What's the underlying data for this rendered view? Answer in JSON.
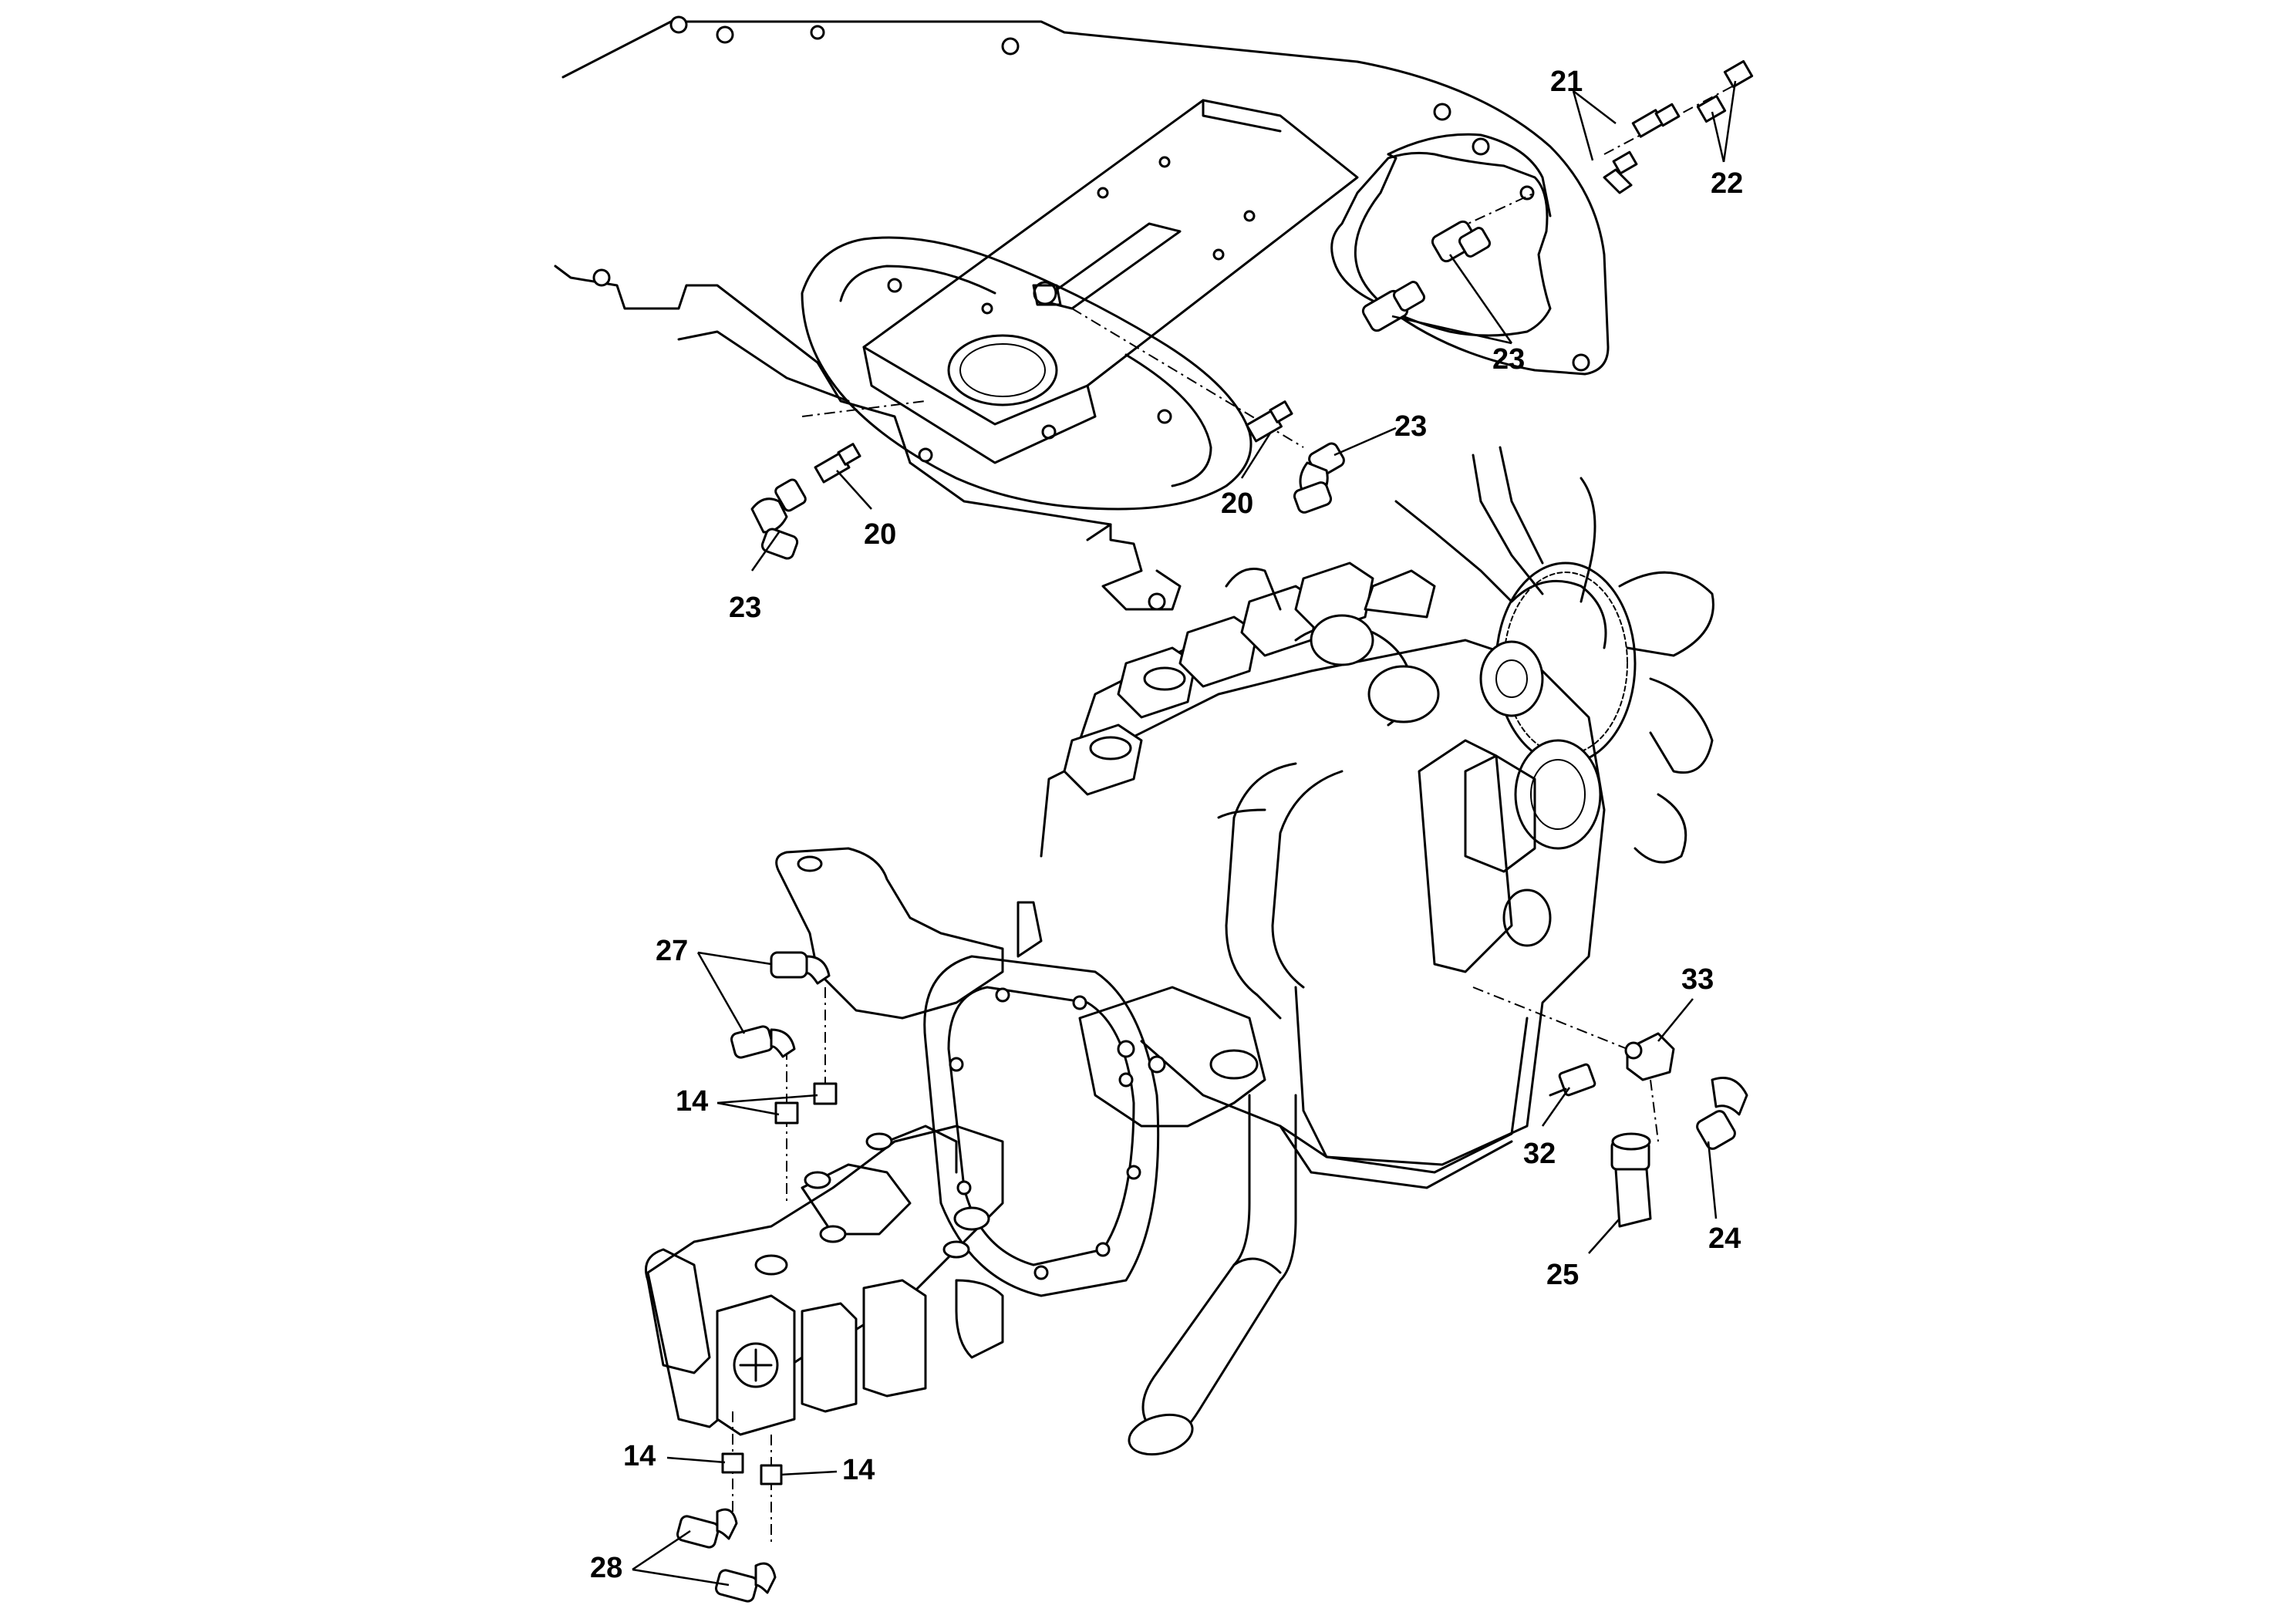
{
  "callouts": {
    "c14a": "14",
    "c14b": "14",
    "c14c": "14",
    "c20a": "20",
    "c20b": "20",
    "c21": "21",
    "c22": "22",
    "c23a": "23",
    "c23b": "23",
    "c23c": "23",
    "c24": "24",
    "c25": "25",
    "c27": "27",
    "c28": "28",
    "c32": "32",
    "c33": "33"
  }
}
